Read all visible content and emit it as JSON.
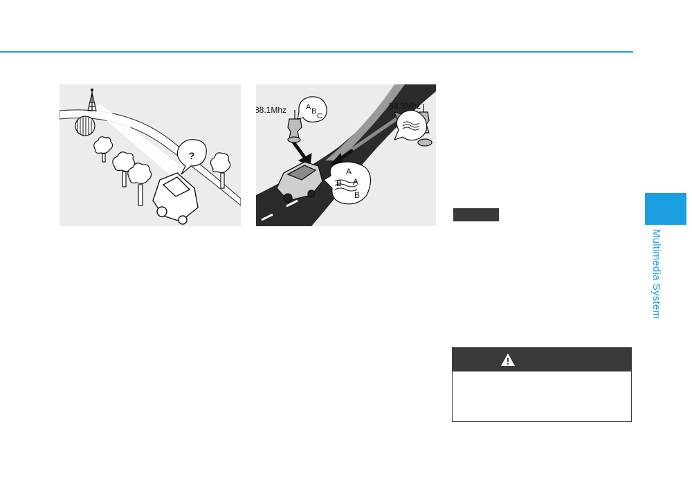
{
  "figures": {
    "left": {
      "bubble_text": "?"
    },
    "right": {
      "station_left_freq": "88.1Mhz",
      "station_right_freq": "88.3Mhz",
      "bubble_left": [
        "A",
        "B",
        "C"
      ],
      "bubble_car": [
        "A",
        "B",
        "A",
        "B"
      ]
    }
  },
  "sidebar": {
    "section_label": "Multimedia System"
  },
  "colors": {
    "accent": "#1aa0e0",
    "dark": "#3a3a3a"
  },
  "icons": {
    "warning": "warning-triangle-icon"
  }
}
